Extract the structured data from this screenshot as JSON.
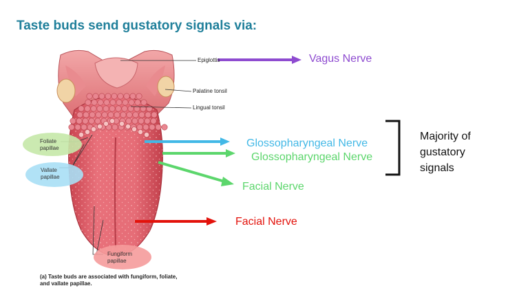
{
  "title": "Taste buds send gustatory signals via:",
  "anatomy_labels": {
    "epiglottis": "Epiglottis",
    "palatine_tonsil": "Palatine tonsil",
    "lingual_tonsil": "Lingual tonsil",
    "foliate_papillae": "Foliate papillae",
    "vallate_papillae": "Vallate papillae",
    "fungiform_papillae": "Fungiform papillae"
  },
  "nerves": {
    "vagus": "Vagus Nerve",
    "glossopharyngeal_1": "Glossopharyngeal Nerve",
    "glossopharyngeal_2": "Glossopharyngeal Nerve",
    "facial_1": "Facial Nerve",
    "facial_2": "Facial Nerve"
  },
  "colors": {
    "vagus": "#8e4bd0",
    "glossopharyngeal_1": "#42b8e6",
    "glossopharyngeal_2": "#5cd66c",
    "facial_1": "#5cd66c",
    "facial_2": "#e3120b",
    "title": "#1f7f9a"
  },
  "bracket_note": "Majority of gustatory signals",
  "caption": {
    "marker": "(a)",
    "text": "Taste buds are associated with fungiform, foliate, and vallate papillae."
  }
}
